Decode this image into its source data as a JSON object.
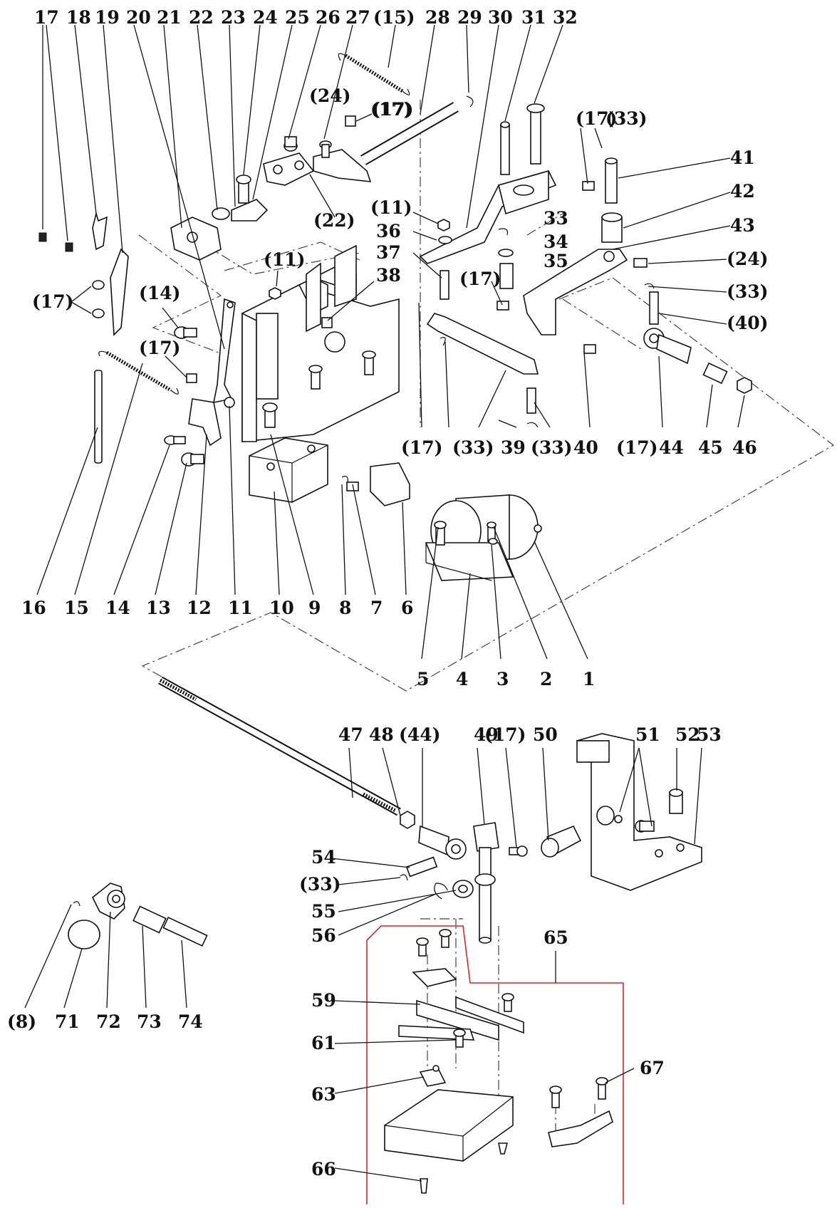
{
  "callouts": [
    "17",
    "18",
    "19",
    "20",
    "21",
    "22",
    "23",
    "24",
    "25",
    "26",
    "27",
    "(15)",
    "28",
    "29",
    "30",
    "31",
    "32",
    "(24)",
    "(17)",
    "(17)",
    "(33)",
    "41",
    "42",
    "43",
    "(24)",
    "(33)",
    "(40)",
    "(11)",
    "36",
    "37",
    "38",
    "33",
    "34",
    "35",
    "(17)",
    "(11)",
    "(14)",
    "(17)",
    "(17)",
    "(17)",
    "(33)",
    "39",
    "(33)",
    "40",
    "(17)",
    "44",
    "45",
    "46",
    "16",
    "15",
    "14",
    "13",
    "12",
    "11",
    "10",
    "9",
    "8",
    "7",
    "6",
    "5",
    "4",
    "3",
    "2",
    "1",
    "47",
    "48",
    "(44)",
    "49",
    "(17)",
    "50",
    "51",
    "52",
    "53",
    "54",
    "(33)",
    "55",
    "56",
    "65",
    "(8)",
    "71",
    "72",
    "73",
    "74",
    "59",
    "61",
    "63",
    "67",
    "66",
    "(22)",
    "(17)"
  ],
  "colors": {
    "ink": "#111111",
    "frame": "#d8262b",
    "dash": "#444444"
  }
}
